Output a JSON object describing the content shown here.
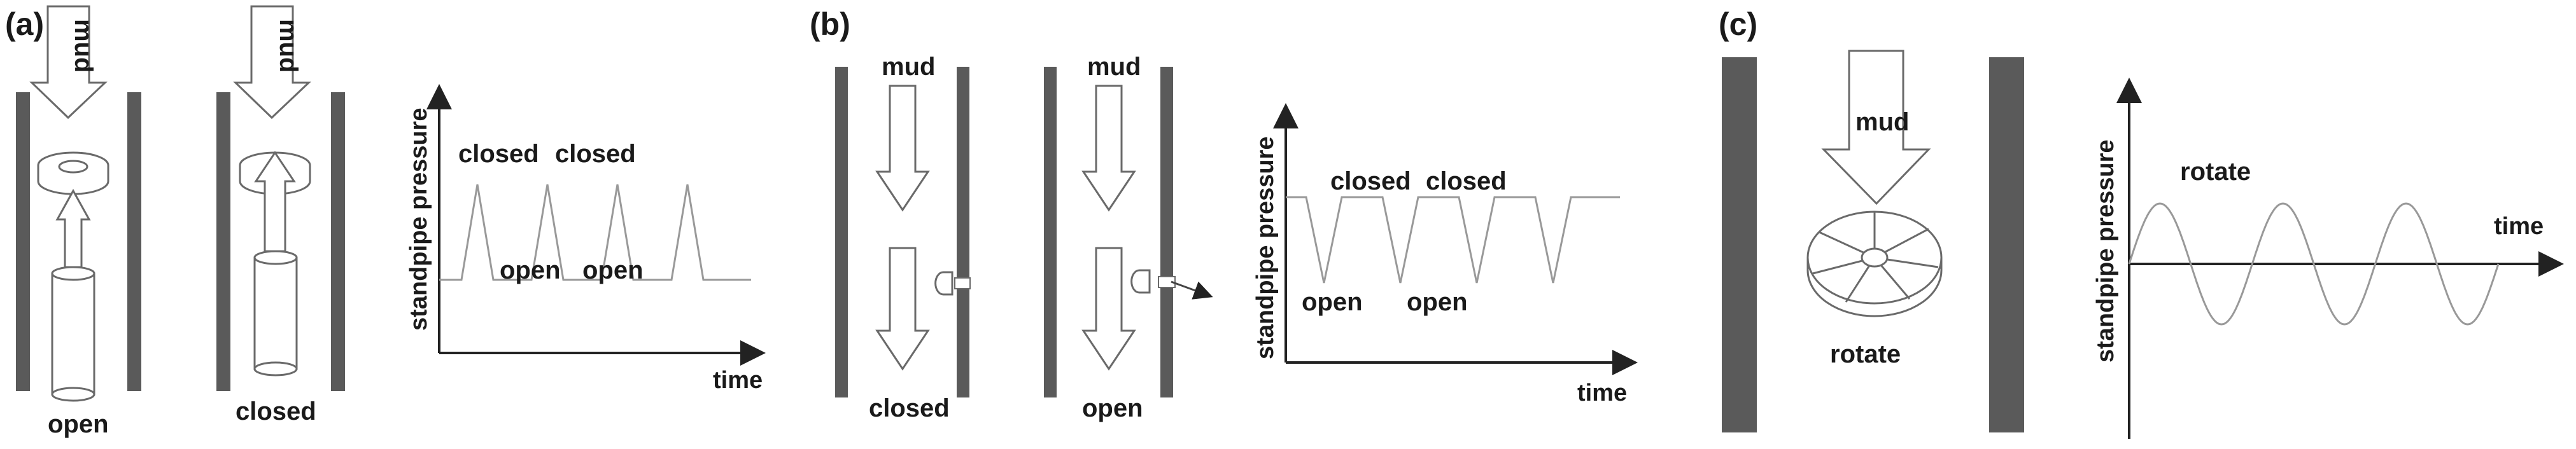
{
  "colors": {
    "wall": "#5a5a5a",
    "outline": "#6a6a6a",
    "axis": "#222222",
    "signal": "#999999",
    "text": "#1a1a1a"
  },
  "panels": {
    "a": {
      "label": "(a)",
      "mud": "mud",
      "left_caption": "open",
      "right_caption": "closed",
      "ylabel": "standpipe pressure",
      "xlabel": "time",
      "peak_labels": [
        "closed",
        "closed"
      ],
      "trough_labels": [
        "open",
        "open"
      ],
      "signal_shape": "pulses-up",
      "pulse_count": 4
    },
    "b": {
      "label": "(b)",
      "mud_left": "mud",
      "mud_right": "mud",
      "left_caption": "closed",
      "right_caption": "open",
      "ylabel": "standpipe pressure",
      "xlabel": "time",
      "top_labels": [
        "closed",
        "closed"
      ],
      "trough_labels": [
        "open",
        "open"
      ],
      "signal_shape": "pulses-down",
      "pulse_count": 4
    },
    "c": {
      "label": "(c)",
      "mud": "mud",
      "caption": "rotate",
      "ylabel": "standpipe pressure",
      "xlabel": "time",
      "wave_label": "rotate",
      "signal_shape": "sine",
      "cycles": 3
    }
  }
}
